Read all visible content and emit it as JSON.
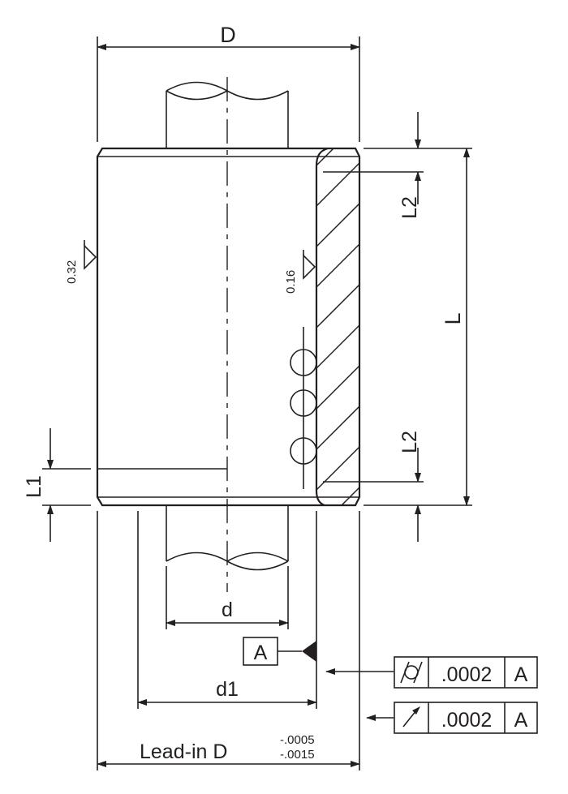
{
  "dimensions": {
    "outer_diameter": "D",
    "length": "L",
    "lead_in_top": "L2",
    "lead_in_bottom": "L2",
    "relief_length": "L1",
    "shaft_diameter": "d",
    "bore_diameter": "d1",
    "lead_in_diameter": "Lead-in D",
    "tol_upper": "-.0005",
    "tol_lower": "-.0015"
  },
  "surface_finish": {
    "outer": "0.32",
    "inner": "0.16"
  },
  "datum": {
    "label": "A"
  },
  "tolerances": [
    {
      "symbol": "cylindricity-icon",
      "value": ".0002",
      "datum": "A"
    },
    {
      "symbol": "runout-icon",
      "value": ".0002",
      "datum": "A"
    }
  ]
}
